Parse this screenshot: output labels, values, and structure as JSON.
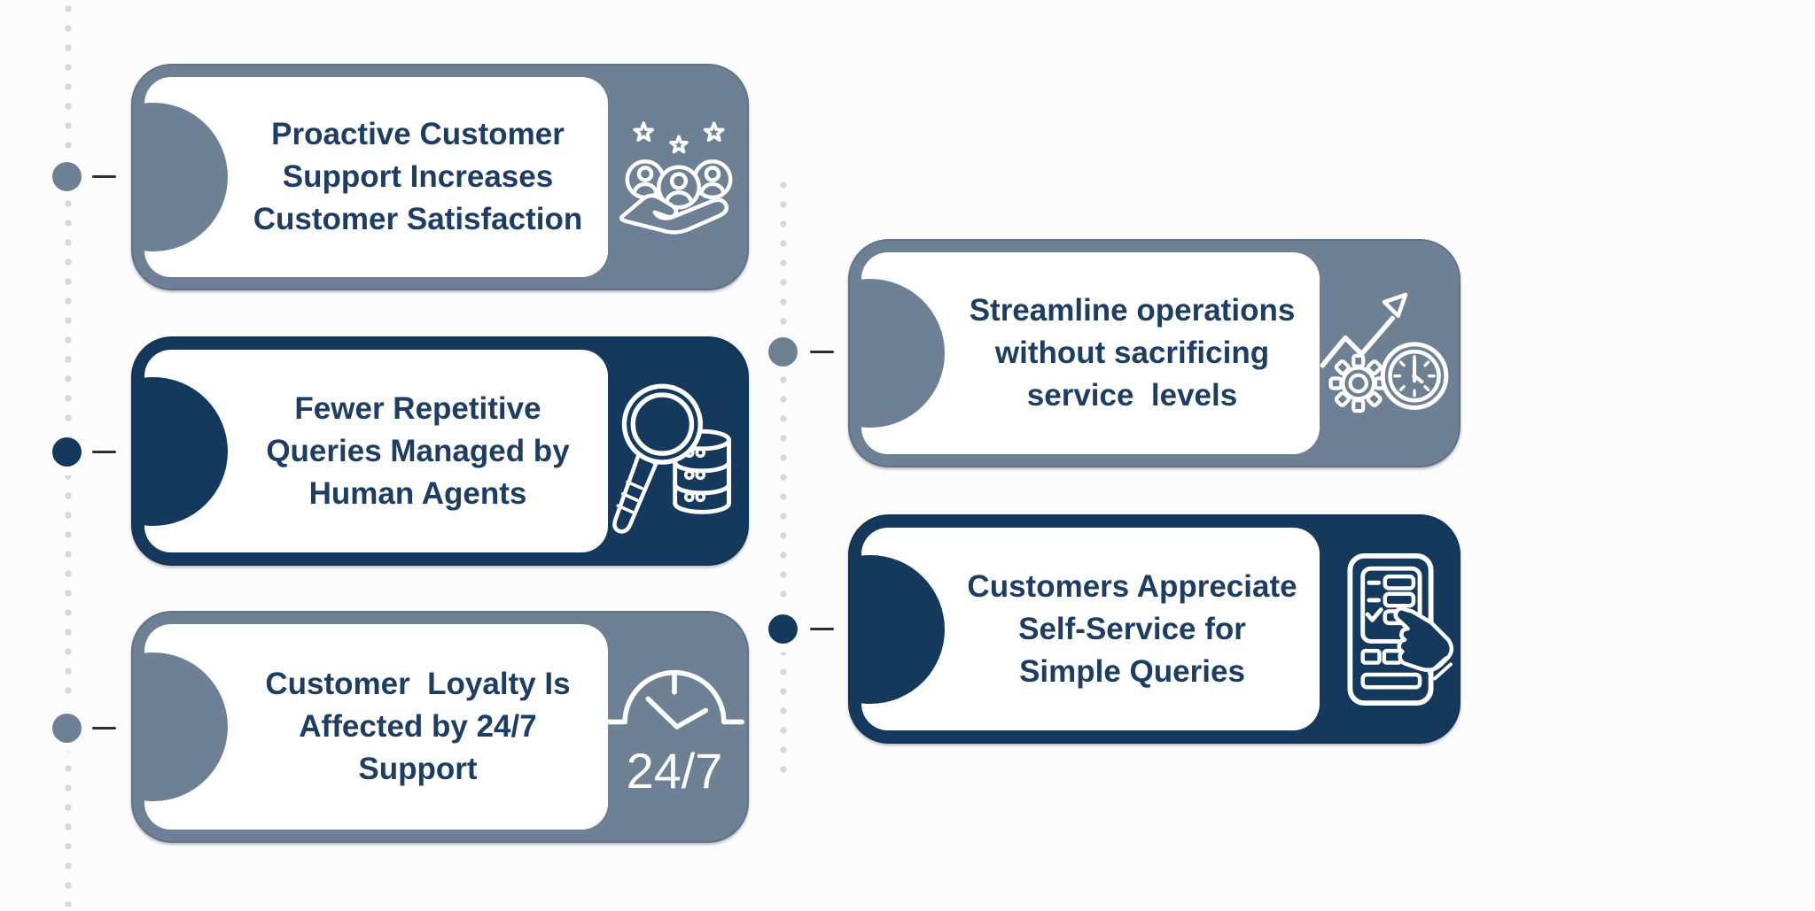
{
  "page": {
    "background": "#fcfcfc"
  },
  "palette": {
    "page-bg": "#fcfcfc",
    "slate": "#6e8094",
    "navy": "#14395c",
    "text-navy": "#1d3d62",
    "icon-stroke": "#ffffff",
    "card-inner": "#ffffff",
    "dot-gray": "#d8d8d8",
    "dash-dark": "#2e2e2e"
  },
  "cards": [
    {
      "variant": "slate",
      "title": "Proactive Customer Support Increases Customer Satisfaction",
      "lines": [
        "Proactive Customer",
        "Support Increases",
        "Customer Satisfaction"
      ],
      "icon": "customer-satisfaction-hand-icon"
    },
    {
      "variant": "navy",
      "title": "Fewer Repetitive Queries Managed by Human Agents",
      "lines": [
        "Fewer Repetitive",
        "Queries Managed by",
        "Human Agents"
      ],
      "icon": "search-database-icon"
    },
    {
      "variant": "slate",
      "title": "Customer Loyalty Is Affected by 24/7 Support",
      "lines": [
        "Customer  Loyalty Is",
        "Affected by 24/7",
        "Support"
      ],
      "icon": "clock-24-7-icon",
      "icon_text": "24/7"
    },
    {
      "variant": "slate",
      "title": "Streamline operations without sacrificing service levels",
      "lines": [
        "Streamline operations",
        "without sacrificing",
        "service  levels"
      ],
      "icon": "growth-gear-stopwatch-icon"
    },
    {
      "variant": "navy",
      "title": "Customers Appreciate Self-Service for Simple Queries",
      "lines": [
        "Customers Appreciate",
        "Self-Service for",
        "Simple Queries"
      ],
      "icon": "self-service-checklist-icon"
    }
  ]
}
